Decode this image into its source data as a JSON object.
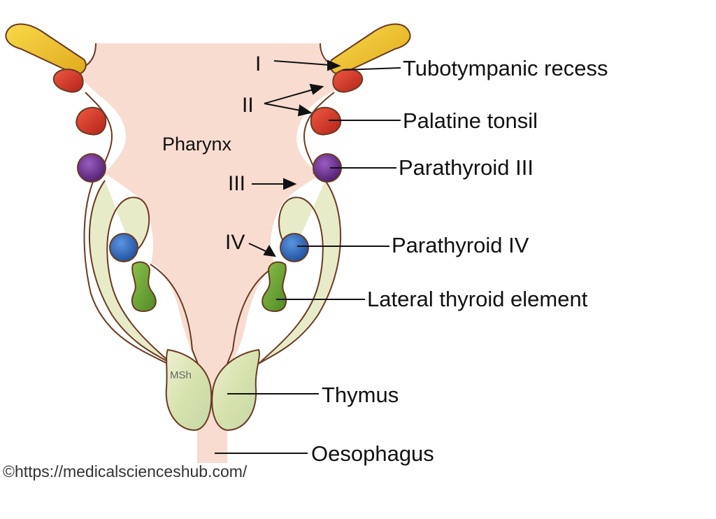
{
  "labels": {
    "tubotympanic_recess": "Tubotympanic recess",
    "palatine_tonsil": "Palatine tonsil",
    "parathyroid_iii": "Parathyroid III",
    "parathyroid_iv": "Parathyroid IV",
    "lateral_thyroid_element": "Lateral thyroid element",
    "thymus": "Thymus",
    "oesophagus": "Oesophagus",
    "pharynx": "Pharynx",
    "msh": "MSh"
  },
  "pouches": {
    "i": "I",
    "ii": "II",
    "iii": "III",
    "iv": "IV"
  },
  "credit": "©https://medicalscienceshub.com/",
  "colors": {
    "pharynx": "#f8dcd0",
    "outline": "#6a3a22",
    "tubotympanic": "#f2c531",
    "pouch_red": "#d93a2a",
    "parathyroid_iii": "#6b2c8e",
    "parathyroid_iv": "#2f6cc4",
    "thyroid": "#72a63a",
    "thymus": "#dfe6c2"
  }
}
